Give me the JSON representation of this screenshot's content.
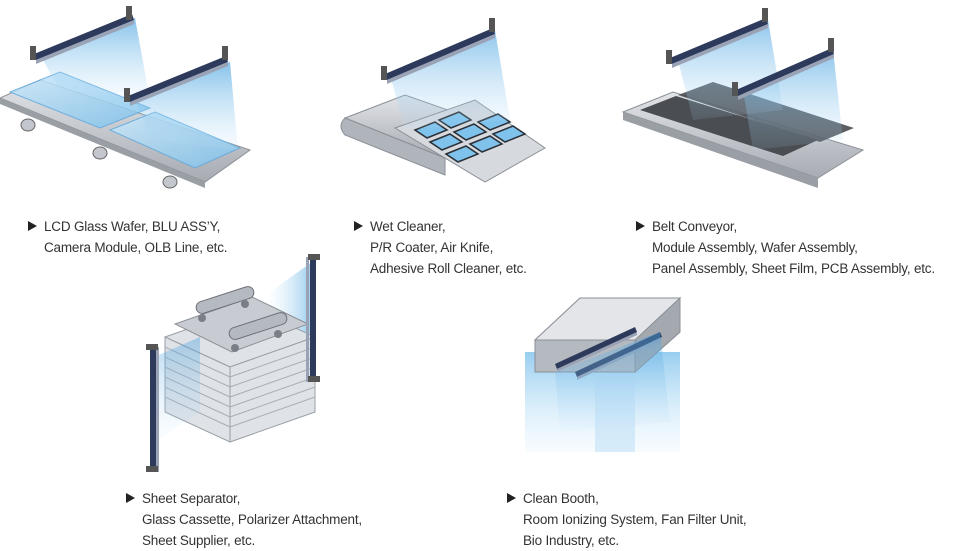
{
  "captions": [
    {
      "lines": [
        "LCD Glass Wafer, BLU ASS’Y,",
        "Camera Module, OLB Line, etc."
      ]
    },
    {
      "lines": [
        "Wet Cleaner,",
        "P/R Coater, Air Knife,",
        "Adhesive Roll Cleaner, etc."
      ]
    },
    {
      "lines": [
        "Belt Conveyor,",
        "Module Assembly, Wafer Assembly,",
        "Panel Assembly, Sheet Film, PCB Assembly, etc."
      ]
    },
    {
      "lines": [
        "Sheet Separator,",
        "Glass Cassette, Polarizer Attachment,",
        "Sheet Supplier, etc."
      ]
    },
    {
      "lines": [
        "Clean Booth,",
        "Room Ionizing System, Fan Filter Unit,",
        "Bio Industry, etc."
      ]
    }
  ],
  "colors": {
    "ion_blue": "#6fb7e8",
    "glass": "#9fd3f2",
    "bar_navy": "#2d3a5c",
    "metal": "#b9bcc2",
    "dark_belt": "#4a4d52"
  },
  "icons": [
    "ionizer-bar-icon",
    "triangle-bullet-icon"
  ]
}
